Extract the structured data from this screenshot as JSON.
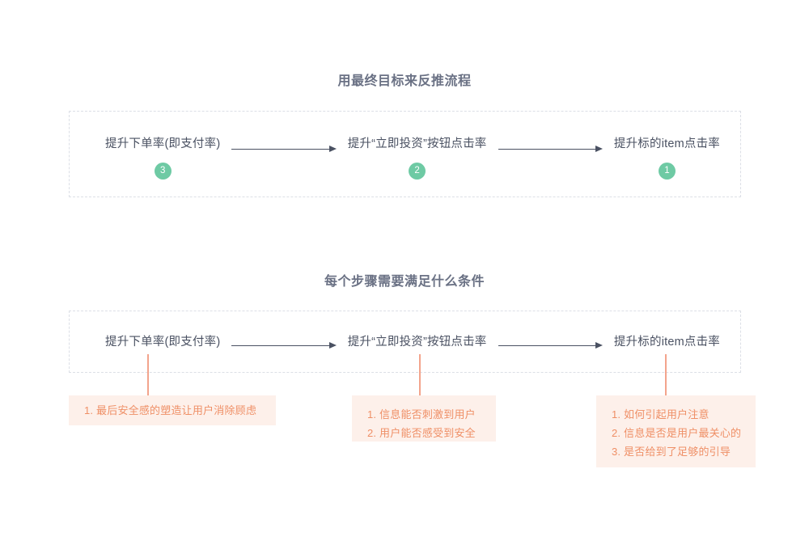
{
  "sections": [
    {
      "title": "用最终目标来反推流程",
      "steps": [
        {
          "label": "提升下单率(即支付率)",
          "badge": "3"
        },
        {
          "label": "提升“立即投资”按钮点击率",
          "badge": "2"
        },
        {
          "label": "提升标的item点击率",
          "badge": "1"
        }
      ]
    },
    {
      "title": "每个步骤需要满足什么条件",
      "steps": [
        {
          "label": "提升下单率(即支付率)"
        },
        {
          "label": "提升“立即投资”按钮点击率"
        },
        {
          "label": "提升标的item点击率"
        }
      ],
      "conditions": [
        {
          "items": [
            "1. 最后安全感的塑造让用户消除顾虑"
          ]
        },
        {
          "items": [
            "1. 信息能否刺激到用户",
            "2. 用户能否感受到安全"
          ]
        },
        {
          "items": [
            "1. 如何引起用户注意",
            "2. 信息是否是用户最关心的",
            "3. 是否给到了足够的引导"
          ]
        }
      ]
    }
  ],
  "colors": {
    "badge_green": "#6ecaa4",
    "connector_orange": "#f3a48c",
    "condition_bg": "#fdf0ea",
    "condition_text": "#ef8f66",
    "text_primary": "#4a5162",
    "title_color": "#6a7184",
    "dashed_border": "#dcdfe6"
  }
}
